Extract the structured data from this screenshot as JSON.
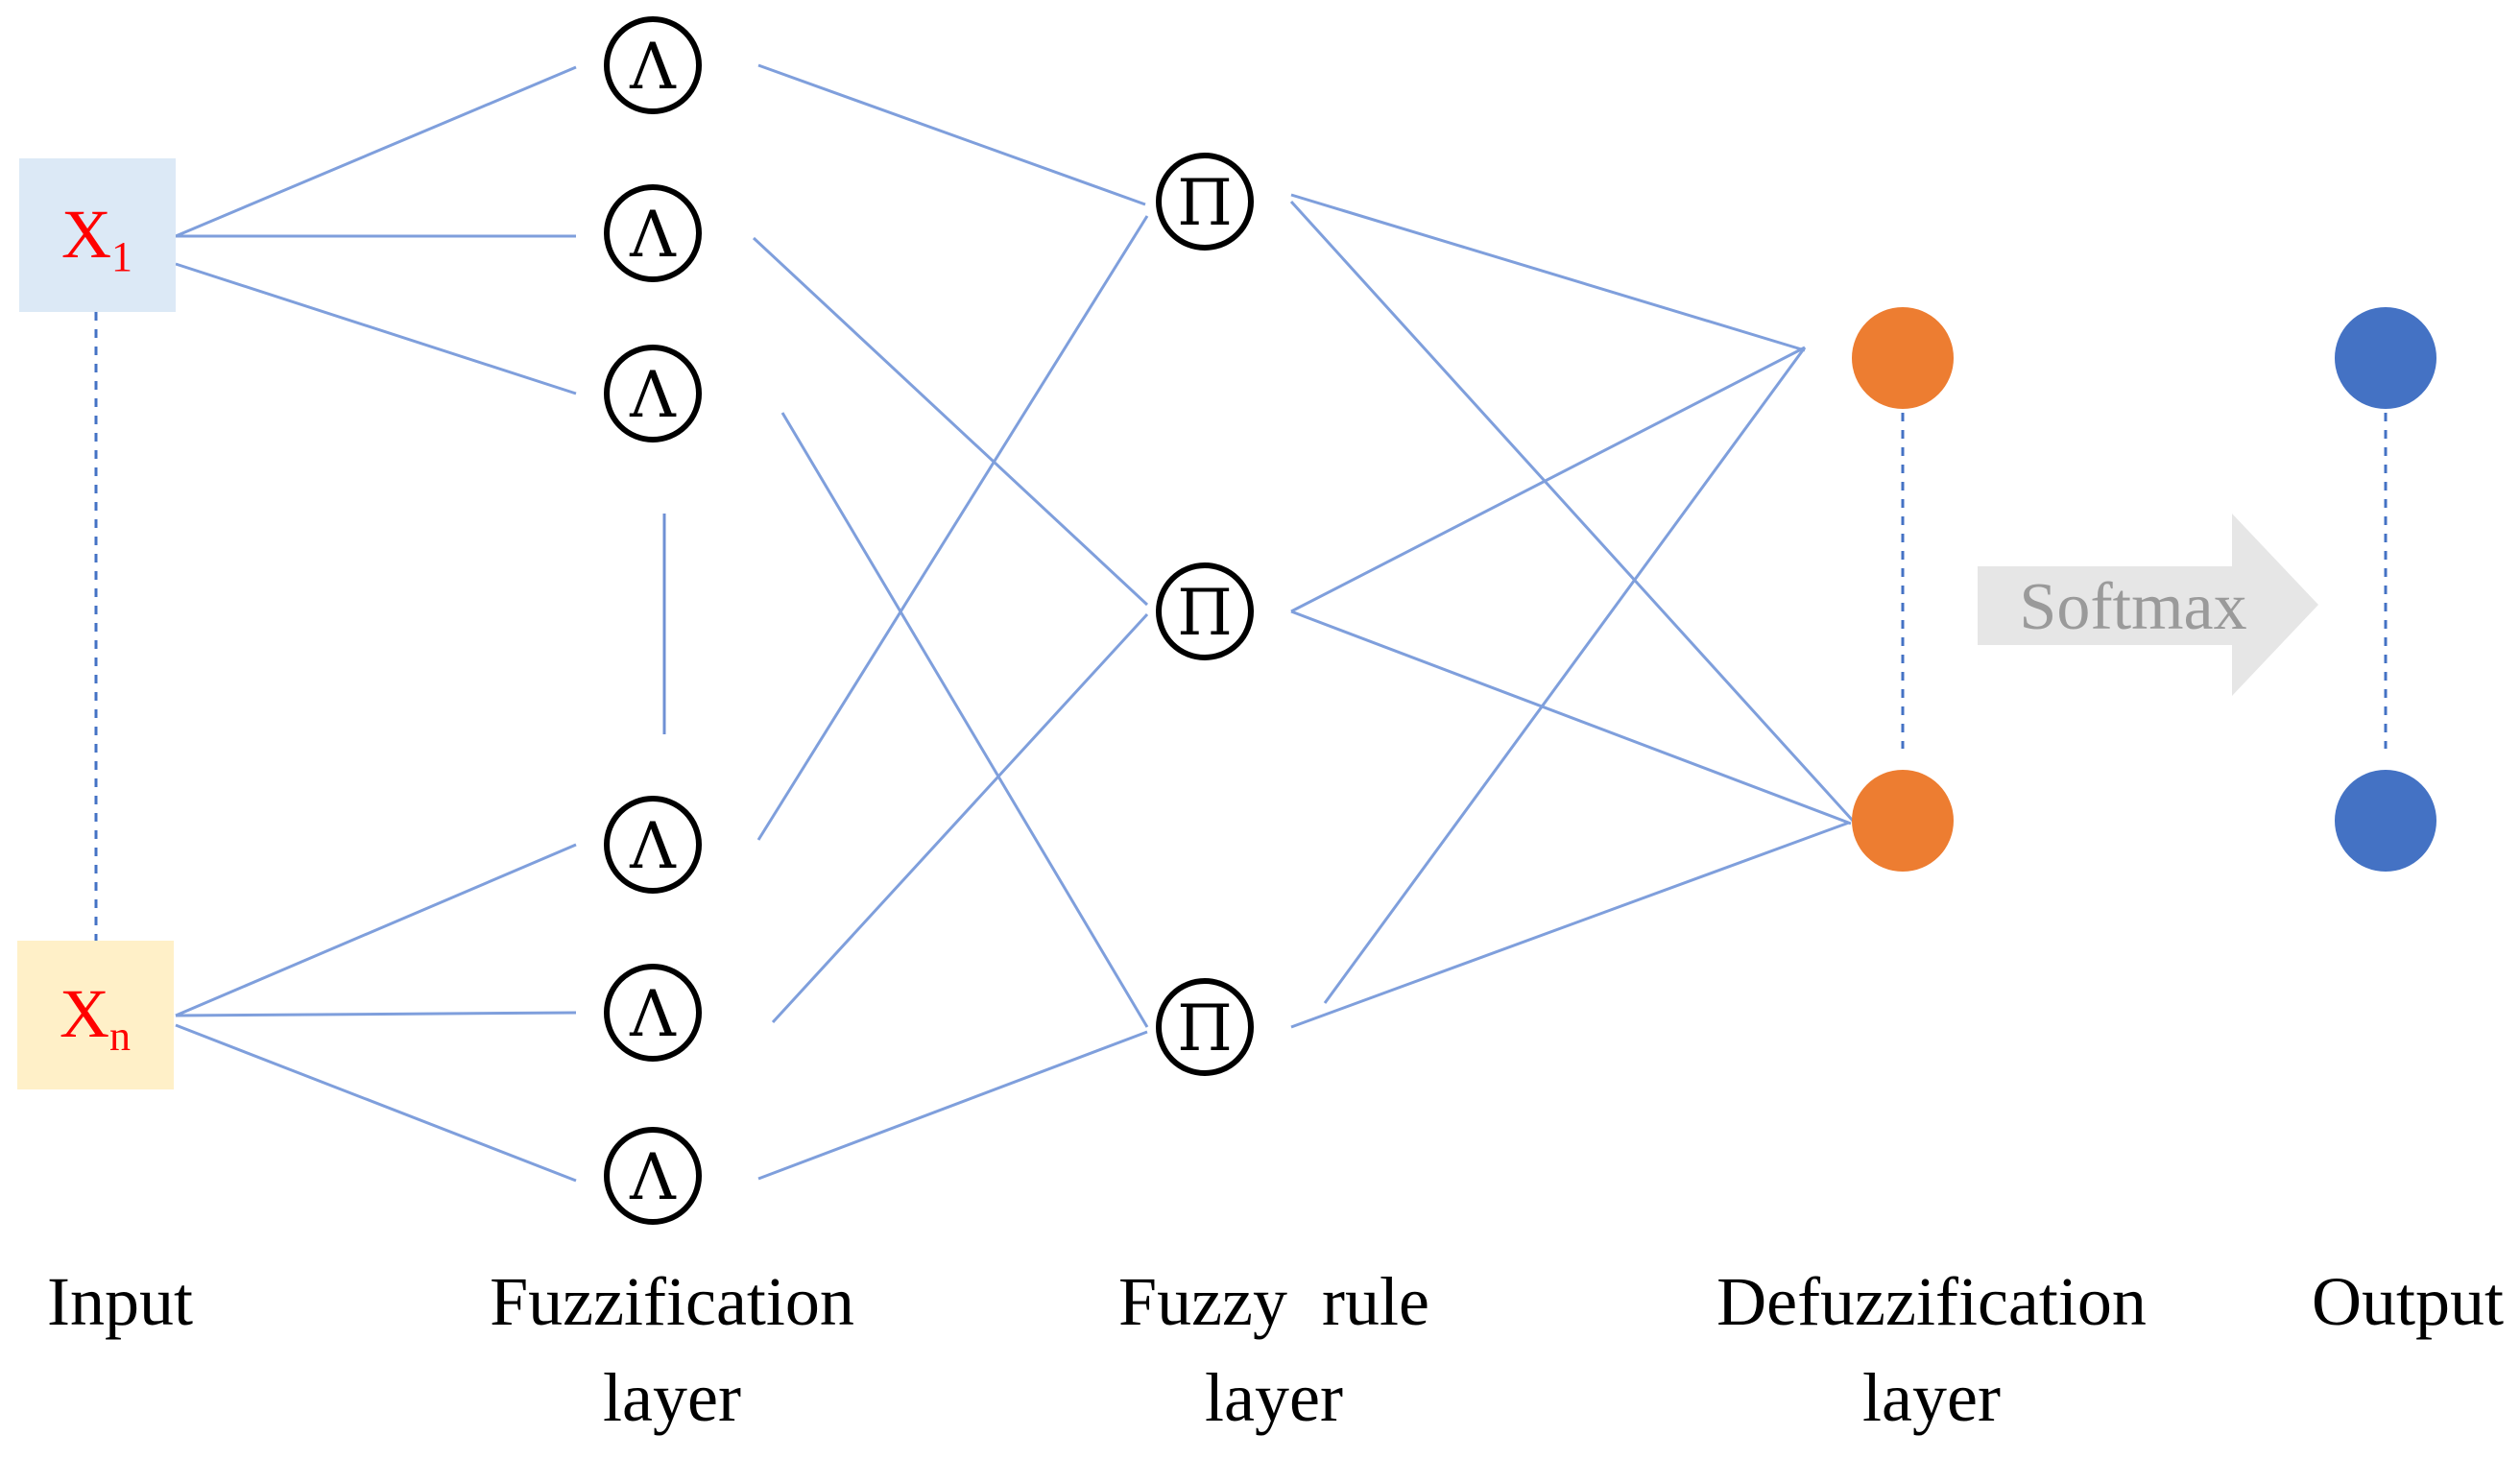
{
  "colors": {
    "edge": "#7f9fdc",
    "input1_bg": "#dce9f6",
    "inputn_bg": "#fff0c8",
    "input_text": "#ff0000",
    "defuzz_node": "#ed7d31",
    "output_node": "#4472c4",
    "softmax_arrow": "#e6e6e6",
    "softmax_text": "#9a9a9a"
  },
  "inputs": [
    {
      "main": "X",
      "sub": "1"
    },
    {
      "main": "X",
      "sub": "n"
    }
  ],
  "fuzzification": {
    "symbol": "Λ",
    "node_count": 6
  },
  "rules": {
    "symbol": "Π",
    "node_count": 3
  },
  "defuzzification": {
    "node_count": 2
  },
  "output": {
    "node_count": 2
  },
  "softmax_label": "Softmax",
  "layer_labels": {
    "input": "Input",
    "fuzzification": [
      "Fuzzification",
      "layer"
    ],
    "rule": [
      "Fuzzy  rule",
      "layer"
    ],
    "defuzzification": [
      "Defuzzification",
      "layer"
    ],
    "output": "Output"
  }
}
